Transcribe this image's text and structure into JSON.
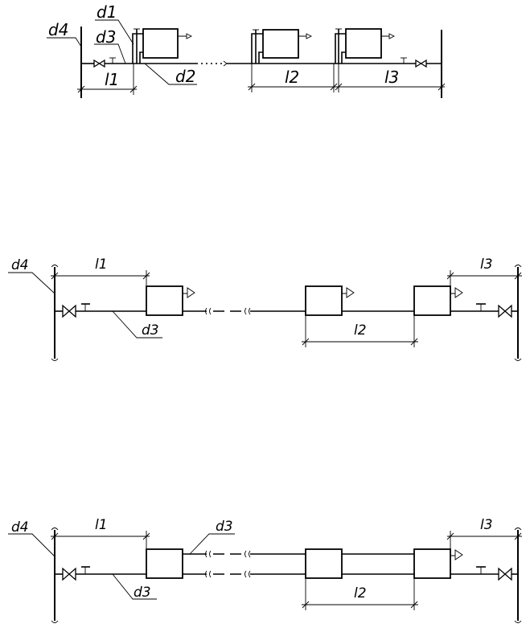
{
  "diagram_1": {
    "labels": {
      "d1": "d1",
      "d2": "d2",
      "d3": "d3",
      "d4": "d4",
      "l1": "l1",
      "l2": "l2",
      "l3": "l3"
    }
  },
  "diagram_2": {
    "labels": {
      "d4": "d4",
      "d3": "d3",
      "l1": "l1",
      "l2": "l2",
      "l3": "l3"
    }
  },
  "diagram_3": {
    "labels": {
      "d4": "d4",
      "d3_top": "d3",
      "d3_bottom": "d3",
      "l1": "l1",
      "l2": "l2",
      "l3": "l3"
    }
  }
}
